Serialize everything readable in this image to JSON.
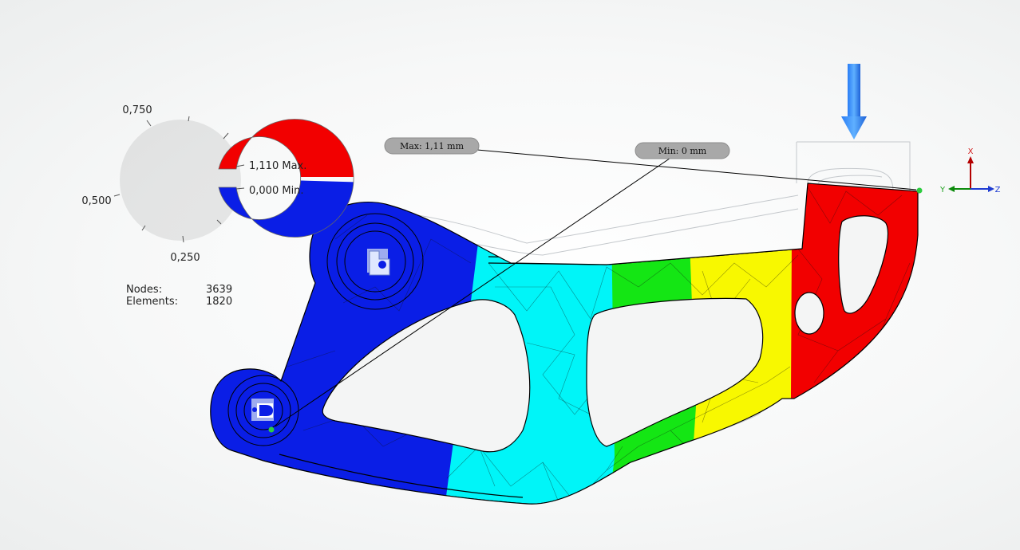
{
  "colors": {
    "blue": "#0a1ee6",
    "cyan": "#00f5f8",
    "green": "#14e614",
    "yellow": "#f8f800",
    "red": "#f20000",
    "load_arrow": "#1e6ef0"
  },
  "legend": {
    "max_label": "1,110 Max.",
    "min_label": "0,000 Min.",
    "tick_750": "0,750",
    "tick_500": "0,500",
    "tick_250": "0,250"
  },
  "stats": {
    "nodes_label": "Nodes:",
    "nodes_value": "3639",
    "elements_label": "Elements:",
    "elements_value": "1820"
  },
  "probes": {
    "max_text": "Max: 1,11 mm",
    "min_text": "Min: 0 mm"
  },
  "triad": {
    "x": "X",
    "y": "Y",
    "z": "Z"
  },
  "icons": {
    "load": "down-arrow-icon",
    "pin_constraint": "pin-constraint-icon",
    "fixed_constraint": "fixed-constraint-icon",
    "triad": "axis-triad-icon"
  }
}
